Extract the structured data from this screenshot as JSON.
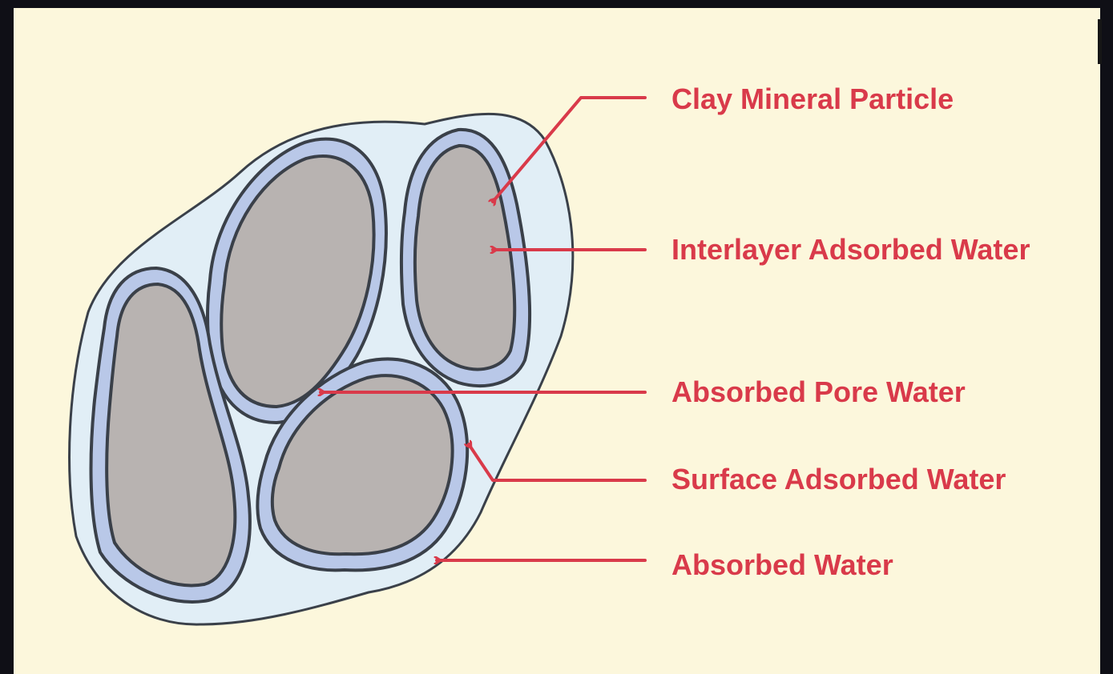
{
  "labels": {
    "clay_mineral_particle": "Clay Mineral Particle",
    "interlayer_adsorbed_water": "Interlayer Adsorbed Water",
    "absorbed_pore_water": "Absorbed Pore Water",
    "surface_adsorbed_water": "Surface Adsorbed Water",
    "absorbed_water": "Absorbed Water"
  },
  "colors": {
    "background": "#fcf7dc",
    "label_and_arrow": "#d93a4a",
    "particle": "#b8b3b1",
    "adsorbed_layer": "#b9c8e8",
    "water_envelope": "#e1eef6",
    "outline": "#3a4049"
  }
}
